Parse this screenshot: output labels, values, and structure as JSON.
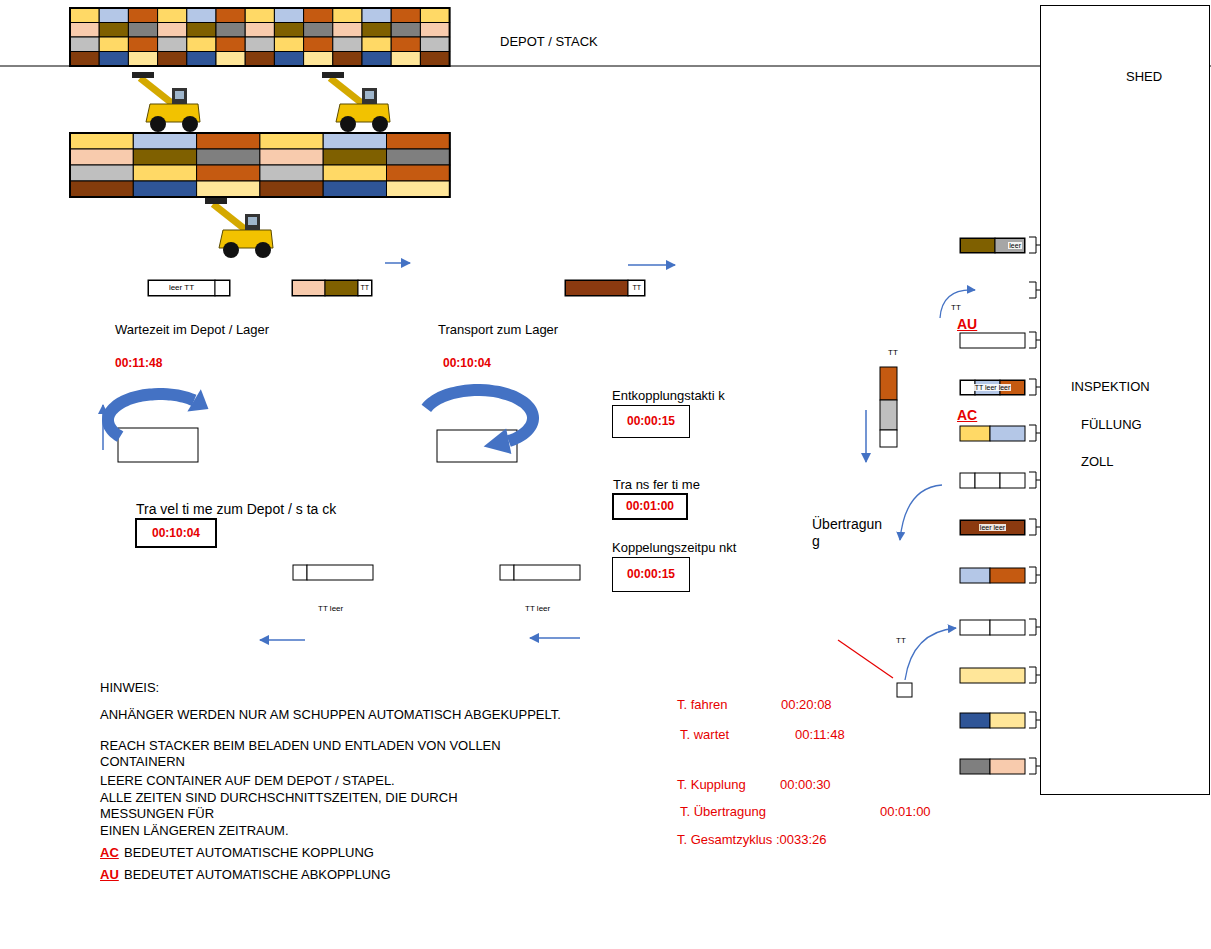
{
  "diagram": {
    "nodes": [
      {
        "text": [
          "leer TT"
        ]
      },
      {
        "text": [
          "TT"
        ]
      },
      {
        "text": [
          "TT"
        ]
      },
      {
        "text": [
          "Entkopplungstakti k",
          "00:00:15"
        ]
      },
      {
        "text": [
          "Tra ns fer ti me",
          "00:01:00"
        ]
      },
      {
        "text": [
          "Koppelungszeitpu nkt",
          "00:00:15"
        ]
      },
      {
        "text": [
          "Tra vel ti me zum Depot / s ta ck",
          "00:10:04"
        ]
      },
      {
        "text": [
          "leer"
        ]
      },
      {
        "text": [
          "TT leer leer"
        ]
      },
      {
        "text": [
          "leer leer"
        ]
      },
      {
        "text": [
          "SHED",
          "INSPEKTION",
          "FÜLLUNG",
          "ZOLL"
        ]
      }
    ],
    "labels": [
      "DEPOT / STACK",
      "Wartezeit im Depot / Lager",
      "00:11:48",
      "Transport zum Lager",
      "00:10:04",
      "TT leer",
      "TT leer",
      "TT",
      "AU",
      "TT",
      "AC",
      "Übertragun g",
      "TT",
      "HINWEIS:",
      "ANHÄNGER WERDEN NUR AM SCHUPPEN AUTOMATISCH ABGEKUPPELT.",
      "REACH STACKER BEIM BELADEN UND ENTLADEN VON VOLLEN CONTAINERN",
      "LEERE CONTAINER AUF DEM DEPOT / STAPEL.",
      "ALLE ZEITEN SIND DURCHSCHNITTSZEITEN, DIE DURCH MESSUNGEN FÜR",
      "EINEN LÄNGEREN ZEITRAUM.",
      "AC",
      "BEDEUTET AUTOMATISCHE KOPPLUNG",
      "AU",
      "BEDEUTET AUTOMATISCHE ABKOPPLUNG",
      "T. fahren",
      "00:20:08",
      "T. wartet",
      "00:11:48",
      "T. Kupplung",
      "00:00:30",
      "T. Übertragung",
      "00:01:00",
      "T. Gesamtzyklus :0033:26"
    ]
  }
}
